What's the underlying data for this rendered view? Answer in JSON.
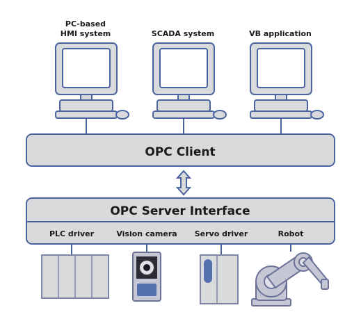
{
  "clients": [
    {
      "label_line1": "PC-based",
      "label_line2": "HMI system",
      "icon": "computer-icon"
    },
    {
      "label_line1": "SCADA system",
      "label_line2": "",
      "icon": "computer-icon"
    },
    {
      "label_line1": "VB application",
      "label_line2": "",
      "icon": "computer-icon"
    }
  ],
  "opc_client": {
    "label": "OPC Client"
  },
  "link": {
    "icon": "double-arrow-icon"
  },
  "opc_server": {
    "label": "OPC Server Interface",
    "drivers": [
      {
        "label": "PLC driver",
        "icon": "plc-rack-icon"
      },
      {
        "label": "Vision camera",
        "icon": "camera-icon"
      },
      {
        "label": "Servo driver",
        "icon": "servo-drive-icon"
      },
      {
        "label": "Robot",
        "icon": "robot-arm-icon"
      }
    ]
  },
  "colors": {
    "box_fill": "#d9dadb",
    "stroke": "#4a64a0",
    "device_fill": "#c5c7d4",
    "accent_blue": "#5671b0"
  }
}
